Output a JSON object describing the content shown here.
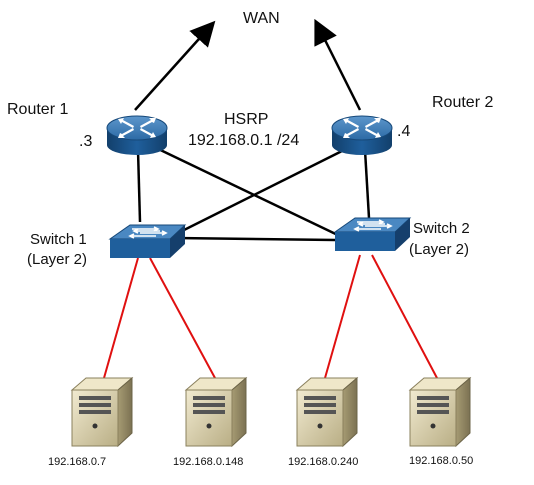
{
  "labels": {
    "wan": "WAN",
    "hsrp": "HSRP",
    "vip": "192.168.0.1 /24"
  },
  "routers": [
    {
      "name": "Router 1",
      "addr": ".3"
    },
    {
      "name": "Router 2",
      "addr": ".4"
    }
  ],
  "switches": [
    {
      "name": "Switch 1",
      "layer": "(Layer 2)"
    },
    {
      "name": "Switch 2",
      "layer": "(Layer 2)"
    }
  ],
  "servers": [
    {
      "ip": "192.168.0.7"
    },
    {
      "ip": "192.168.0.148"
    },
    {
      "ip": "192.168.0.240"
    },
    {
      "ip": "192.168.0.50"
    }
  ],
  "colors": {
    "device_blue": "#1f5f9c",
    "device_blue_light": "#4a88c2",
    "trunk_line": "#000000",
    "access_line": "#e01010",
    "server_body": "#ddd6b8"
  },
  "icons": {
    "router": "router-icon",
    "switch": "switch-icon",
    "server": "server-icon"
  }
}
